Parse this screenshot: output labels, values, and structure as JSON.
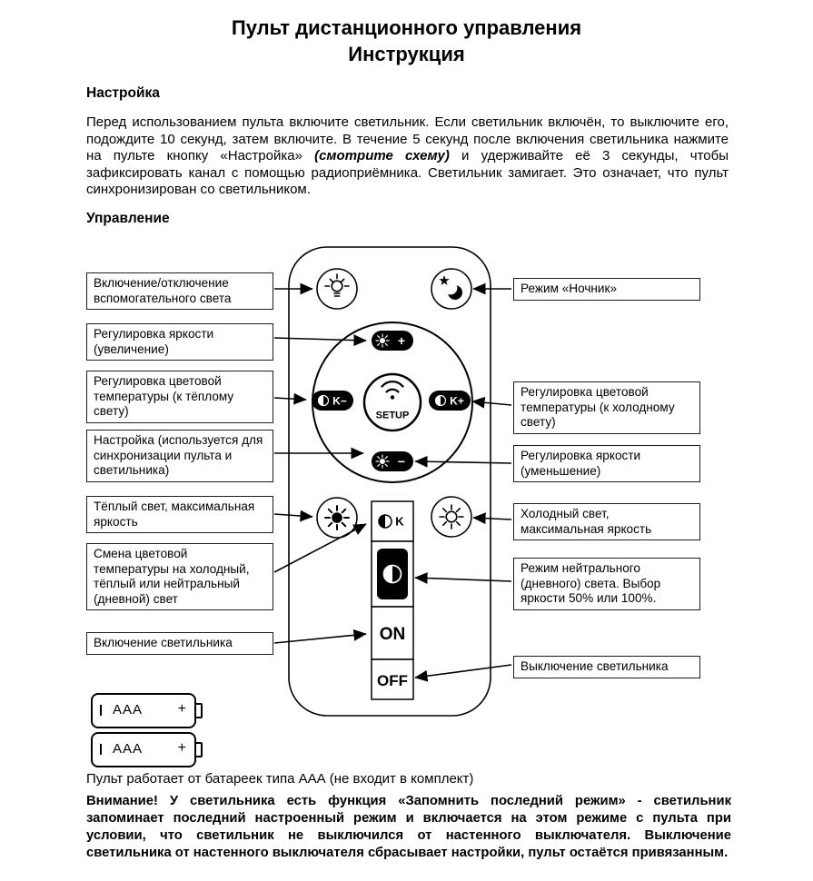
{
  "doc": {
    "title_line1": "Пульт дистанционного управления",
    "title_line2": "Инструкция"
  },
  "setup": {
    "heading": "Настройка",
    "p1": "Перед использованием пульта включите светильник. Если светильник включён, то выключите его, подождите 10 секунд, затем включите. В течение 5 секунд после включения светильника нажмите на пульте кнопку «Настройка» ",
    "p1_italic": "(смотрите схему)",
    "p2": " и удерживайте её 3 секунды, чтобы зафиксировать канал с помощью радиоприёмника. Светильник замигает. Это означает, что пульт синхронизирован со светильником."
  },
  "control": {
    "heading": "Управление"
  },
  "labels": {
    "left": [
      "Включение/отключение вспомогательного света",
      "Регулировка яркости (увеличение)",
      "Регулировка цветовой температуры (к тёплому свету)",
      "Настройка (используется для синхронизации пульта и светильника)",
      "Тёплый свет, максимальная яркость",
      "Смена цветовой температуры на холодный, тёплый или нейтральный (дневной) свет",
      "Включение светильника"
    ],
    "right": [
      "Режим «Ночник»",
      "Регулировка цветовой температуры (к холодному свету)",
      "Регулировка яркости (уменьшение)",
      "Холодный свет, максимальная яркость",
      "Режим нейтрального (дневного) света. Выбор яркости 50% или 100%.",
      "Выключение светильника"
    ]
  },
  "remote": {
    "setup": "SETUP",
    "on": "ON",
    "off": "OFF",
    "k": "K",
    "k_minus": "K−",
    "k_plus": "K+",
    "plus": "+",
    "minus": "−"
  },
  "battery": {
    "type": "AAA",
    "plus": "+",
    "note": "Пульт работает от батареек типа ААА (не входит в комплект)"
  },
  "warning": "Внимание! У светильника есть функция «Запомнить последний режим» - светильник запоминает последний настроенный режим и включается на этом режиме с пульта при условии, что светильник не выключился от настенного выключателя. Выключение светильника от настенного выключателя сбрасывает настройки, пульт остаётся привязанным."
}
